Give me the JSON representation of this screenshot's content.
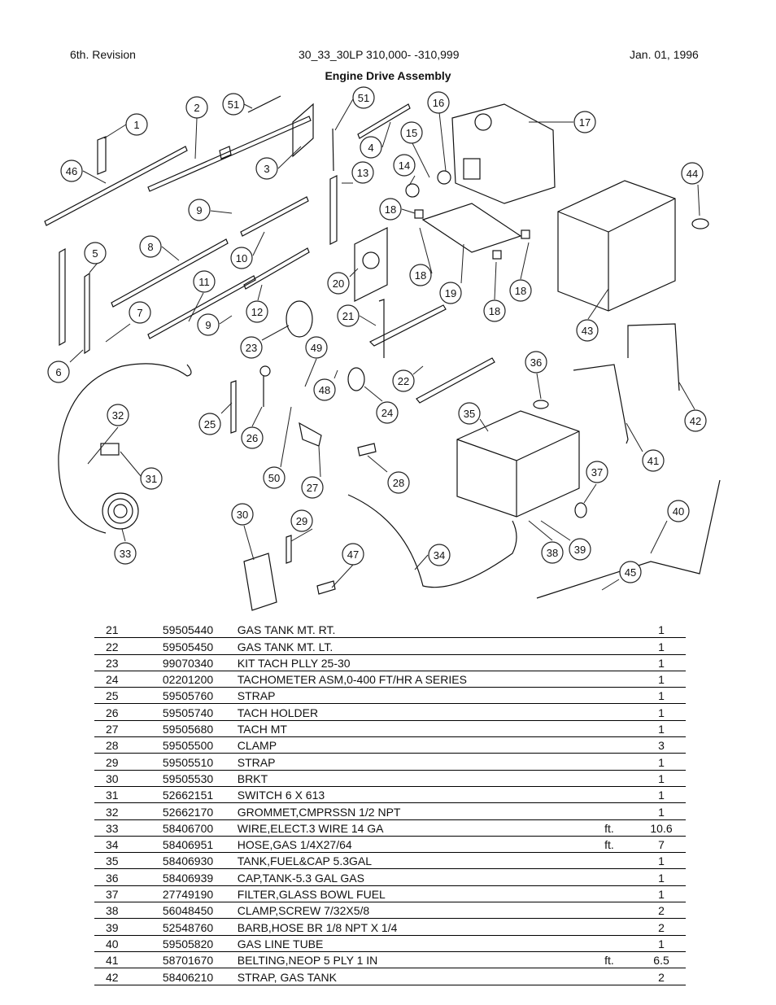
{
  "header": {
    "left": "6th. Revision",
    "center": "30_33_30LP 310,000- -310,999",
    "right": "Jan. 01, 1996"
  },
  "title": "Engine Drive Assembly",
  "callouts": [
    "1",
    "2",
    "51",
    "3",
    "51",
    "4",
    "15",
    "16",
    "17",
    "44",
    "46",
    "9",
    "10",
    "13",
    "14",
    "18",
    "5",
    "8",
    "20",
    "18",
    "19",
    "18",
    "18",
    "43",
    "11",
    "7",
    "12",
    "9",
    "6",
    "21",
    "23",
    "49",
    "48",
    "36",
    "24",
    "22",
    "25",
    "26",
    "32",
    "31",
    "35",
    "42",
    "41",
    "27",
    "50",
    "28",
    "37",
    "33",
    "30",
    "29",
    "47",
    "34",
    "40",
    "38",
    "39",
    "45"
  ],
  "parts": [
    {
      "item": "21",
      "part": "59505440",
      "desc": "GAS TANK MT. RT.",
      "unit": "",
      "qty": "1"
    },
    {
      "item": "22",
      "part": "59505450",
      "desc": "GAS TANK MT. LT.",
      "unit": "",
      "qty": "1"
    },
    {
      "item": "23",
      "part": "99070340",
      "desc": "KIT TACH PLLY 25-30",
      "unit": "",
      "qty": "1"
    },
    {
      "item": "24",
      "part": "02201200",
      "desc": "TACHOMETER ASM,0-400 FT/HR A SERIES",
      "unit": "",
      "qty": "1"
    },
    {
      "item": "25",
      "part": "59505760",
      "desc": "STRAP",
      "unit": "",
      "qty": "1"
    },
    {
      "item": "26",
      "part": "59505740",
      "desc": "TACH HOLDER",
      "unit": "",
      "qty": "1"
    },
    {
      "item": "27",
      "part": "59505680",
      "desc": "TACH MT",
      "unit": "",
      "qty": "1"
    },
    {
      "item": "28",
      "part": "59505500",
      "desc": "CLAMP",
      "unit": "",
      "qty": "3"
    },
    {
      "item": "29",
      "part": "59505510",
      "desc": "STRAP",
      "unit": "",
      "qty": "1"
    },
    {
      "item": "30",
      "part": "59505530",
      "desc": "BRKT",
      "unit": "",
      "qty": "1"
    },
    {
      "item": "31",
      "part": "52662151",
      "desc": "SWITCH 6 X 613",
      "unit": "",
      "qty": "1"
    },
    {
      "item": "32",
      "part": "52662170",
      "desc": "GROMMET,CMPRSSN 1/2 NPT",
      "unit": "",
      "qty": "1"
    },
    {
      "item": "33",
      "part": "58406700",
      "desc": "WIRE,ELECT.3 WIRE 14 GA",
      "unit": "ft.",
      "qty": "10.6"
    },
    {
      "item": "34",
      "part": "58406951",
      "desc": "HOSE,GAS 1/4X27/64",
      "unit": "ft.",
      "qty": "7"
    },
    {
      "item": "35",
      "part": "58406930",
      "desc": "TANK,FUEL&CAP 5.3GAL",
      "unit": "",
      "qty": "1"
    },
    {
      "item": "36",
      "part": "58406939",
      "desc": "CAP,TANK-5.3 GAL GAS",
      "unit": "",
      "qty": "1"
    },
    {
      "item": "37",
      "part": "27749190",
      "desc": "FILTER,GLASS BOWL FUEL",
      "unit": "",
      "qty": "1"
    },
    {
      "item": "38",
      "part": "56048450",
      "desc": "CLAMP,SCREW 7/32X5/8",
      "unit": "",
      "qty": "2"
    },
    {
      "item": "39",
      "part": "52548760",
      "desc": "BARB,HOSE BR 1/8 NPT X 1/4",
      "unit": "",
      "qty": "2"
    },
    {
      "item": "40",
      "part": "59505820",
      "desc": "GAS LINE TUBE",
      "unit": "",
      "qty": "1"
    },
    {
      "item": "41",
      "part": "58701670",
      "desc": "BELTING,NEOP 5 PLY 1 IN",
      "unit": "ft.",
      "qty": "6.5"
    },
    {
      "item": "42",
      "part": "58406210",
      "desc": "STRAP, GAS TANK",
      "unit": "",
      "qty": "2"
    }
  ]
}
